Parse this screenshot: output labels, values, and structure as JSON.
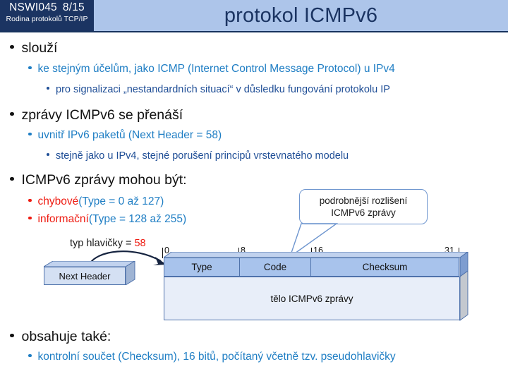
{
  "header": {
    "course_code": "NSWI045",
    "slide_number": "8/15",
    "course_name": "Rodina protokolů TCP/IP",
    "title": "protokol ICMPv6",
    "band_color": "#adc5ea",
    "badge_color": "#1b3462",
    "title_color": "#1b3462"
  },
  "bullets": [
    {
      "level": 1,
      "text": "slouží"
    },
    {
      "level": 2,
      "text": "ke stejným účelům, jako ICMP (Internet Control Message Protocol) u IPv4"
    },
    {
      "level": 3,
      "text": "pro signalizaci „nestandardních situací“ v důsledku fungování protokolu IP"
    },
    {
      "level": 1,
      "text": "zprávy ICMPv6 se přenáší"
    },
    {
      "level": 2,
      "text": "uvnitř IPv6 paketů (Next Header = 58)"
    },
    {
      "level": 3,
      "text": "stejně jako u IPv4, stejné porušení principů vrstevnatého modelu"
    },
    {
      "level": 1,
      "text": "ICMPv6 zprávy mohou být:"
    },
    {
      "level": 2,
      "text_red": "chybové ",
      "text_blue": "(Type = 0 až 127)"
    },
    {
      "level": 2,
      "text_red": "informační ",
      "text_blue": "(Type = 128 až 255)"
    },
    {
      "level": 1,
      "text": "obsahuje také:"
    },
    {
      "level": 2,
      "text": "kontrolní součet (Checksum), 16 bitů, počítaný včetně tzv. pseudohlavičky"
    }
  ],
  "callout": {
    "line1": "podrobnější rozlišení",
    "line2": "ICMPv6 zprávy",
    "border_color": "#6f96cf"
  },
  "arrow": {
    "label_text": "typ hlavičky = ",
    "label_value": "58",
    "value_color": "#ee1b11"
  },
  "next_header_box": {
    "label": "Next Header"
  },
  "ruler": {
    "ticks": [
      {
        "label": "0",
        "pos": 0
      },
      {
        "label": "8",
        "pos": 108
      },
      {
        "label": "16",
        "pos": 211
      },
      {
        "label": "31",
        "pos": 420
      }
    ]
  },
  "packet": {
    "fields": [
      {
        "name": "Type",
        "bits": "0-7"
      },
      {
        "name": "Code",
        "bits": "8-15"
      },
      {
        "name": "Checksum",
        "bits": "16-31"
      }
    ],
    "body_label": "tělo ICMPv6 zprávy",
    "header_fill": "#a8c3ec",
    "body_fill": "#e8eef9",
    "stroke": "#4f72ab"
  }
}
